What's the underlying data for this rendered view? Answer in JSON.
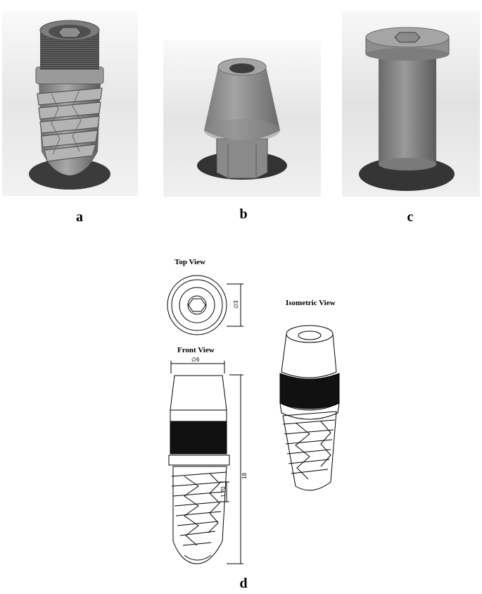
{
  "panels": {
    "a": {
      "label": "a"
    },
    "b": {
      "label": "b"
    },
    "c": {
      "label": "c"
    },
    "d": {
      "label": "d"
    }
  },
  "drawing": {
    "top_view_title": "Top View",
    "front_view_title": "Front View",
    "isometric_view_title": "Isometric View",
    "dim_top_diameter": "∅3",
    "dim_front_diameter": "∅6",
    "dim_total_length": "18",
    "dim_thread_pitch": "1.70"
  }
}
